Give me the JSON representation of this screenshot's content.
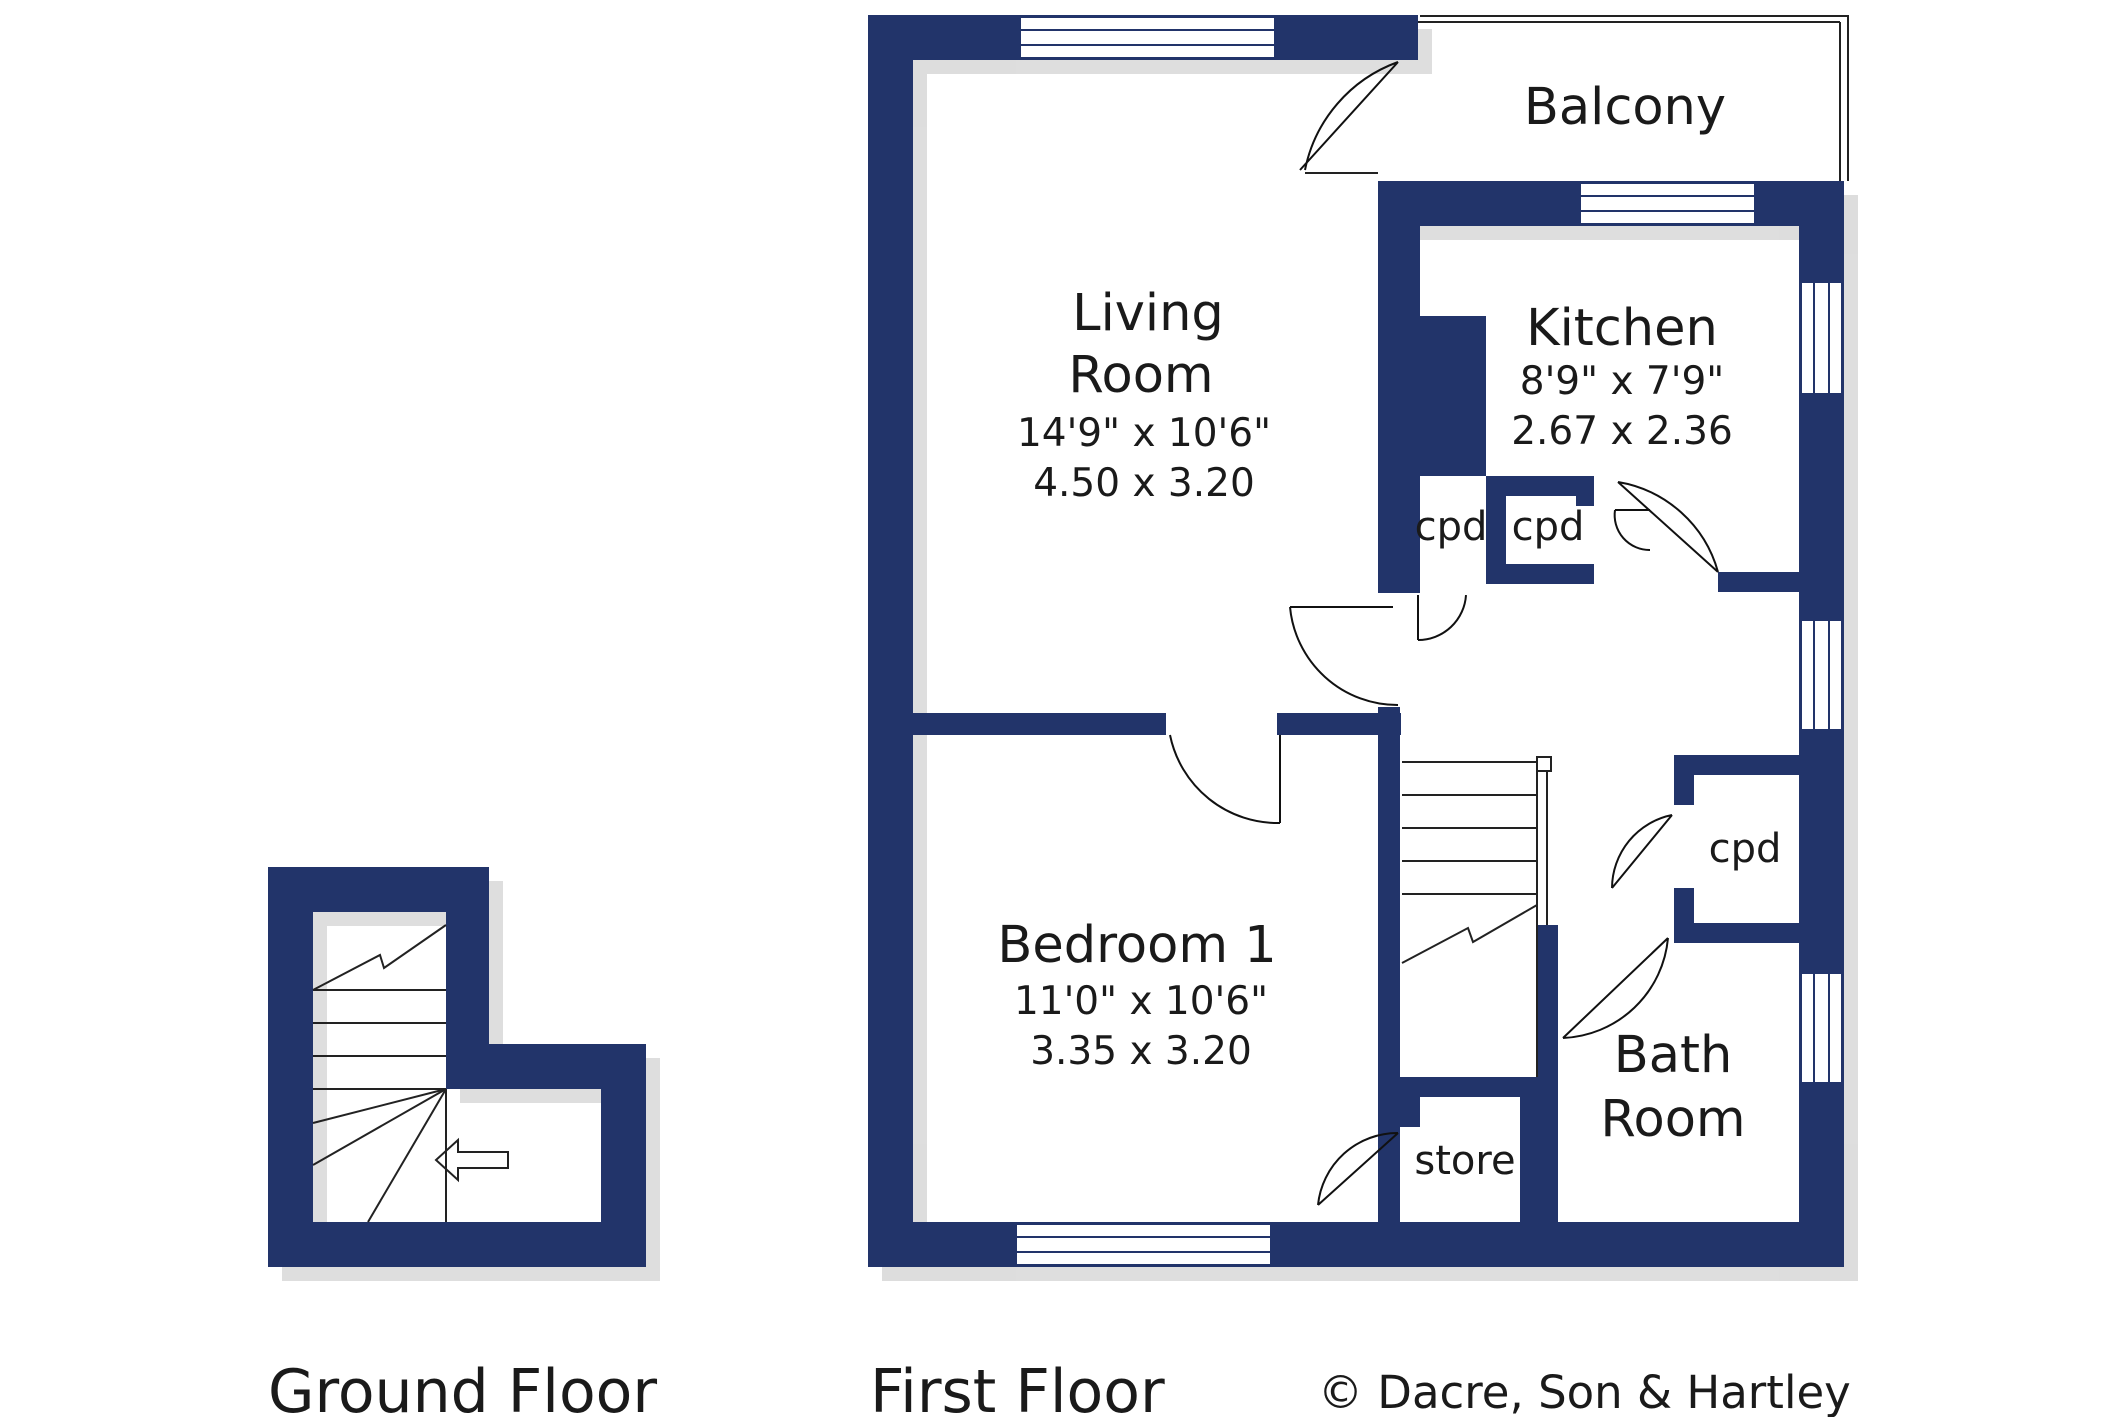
{
  "colors": {
    "wall": "#22346a",
    "background": "#ffffff",
    "text": "#1a1a1a"
  },
  "floors": {
    "ground": {
      "label": "Ground Floor"
    },
    "first": {
      "label": "First Floor"
    }
  },
  "rooms": {
    "balcony": {
      "name": "Balcony"
    },
    "living": {
      "name_line1": "Living",
      "name_line2": "Room",
      "imperial": "14'9\"  x  10'6\"",
      "metric": "4.50  x  3.20"
    },
    "kitchen": {
      "name": "Kitchen",
      "imperial": "8'9\"  x  7'9\"",
      "metric": "2.67  x  2.36"
    },
    "bedroom1": {
      "name": "Bedroom 1",
      "imperial": "11'0\"  x  10'6\"",
      "metric": "3.35  x  3.20"
    },
    "bathroom": {
      "name_line1": "Bath",
      "name_line2": "Room"
    },
    "cpd_left": {
      "name": "cpd"
    },
    "cpd_right": {
      "name": "cpd"
    },
    "cpd_landing": {
      "name": "cpd"
    },
    "store": {
      "name": "store"
    }
  },
  "icons": {
    "stairs": "stairs-icon",
    "entrance_arrow": "arrow-left-icon"
  },
  "copyright": "© Dacre, Son & Hartley"
}
